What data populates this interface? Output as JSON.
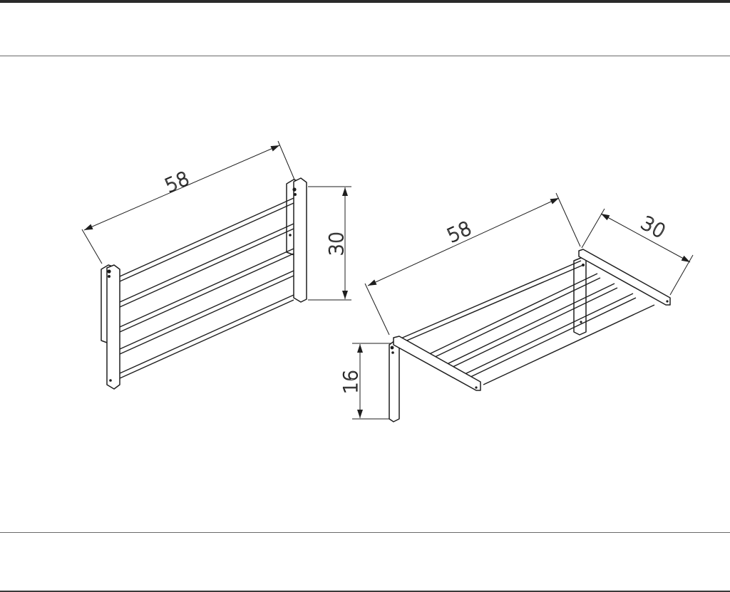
{
  "dimensions": {
    "folded_width": "58",
    "folded_height": "30",
    "open_width": "58",
    "open_depth": "30",
    "open_height": "16"
  },
  "colors": {
    "line": "#1e1e1e",
    "background": "#ffffff",
    "rule": "#2e2e2e"
  }
}
